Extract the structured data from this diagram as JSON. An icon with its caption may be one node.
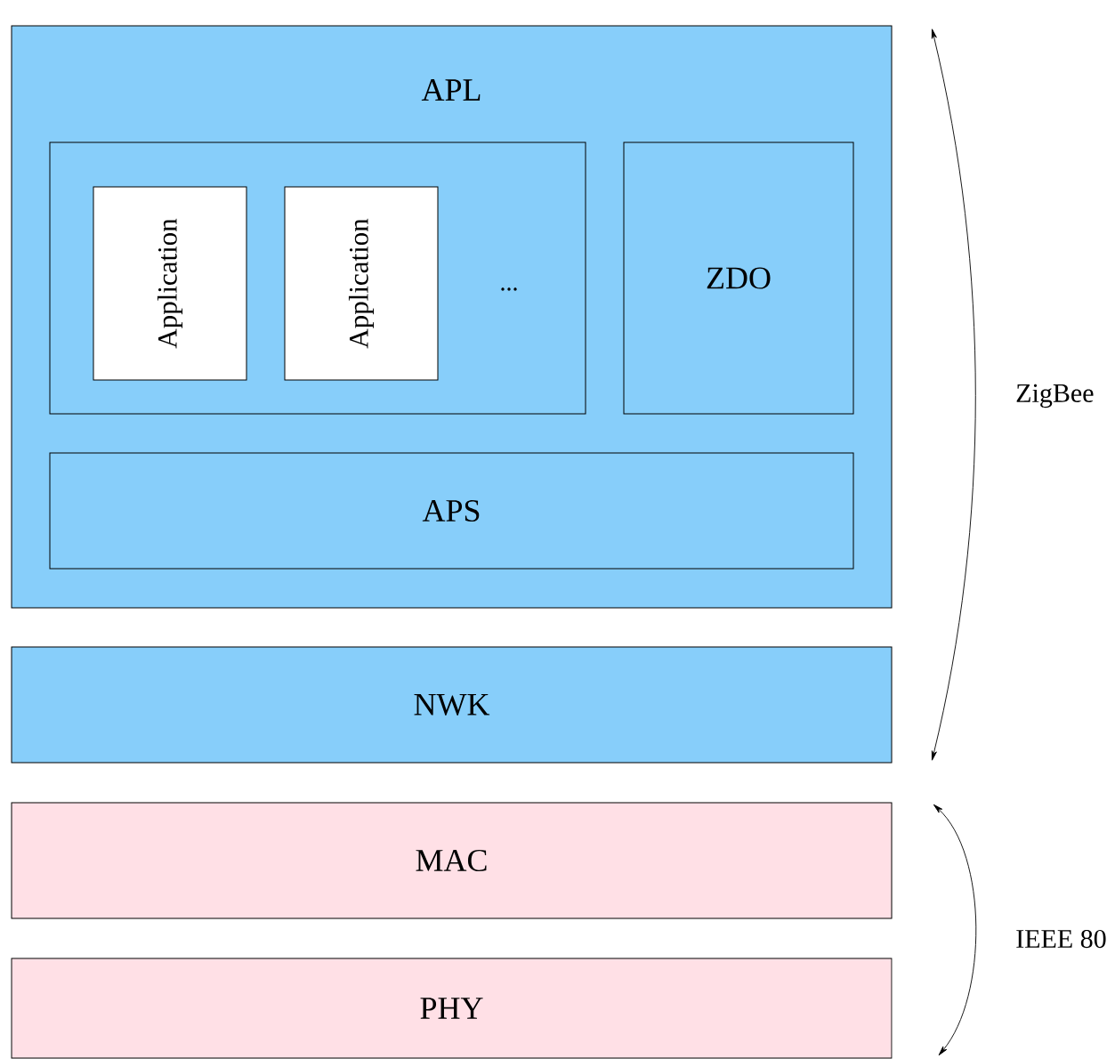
{
  "diagram": {
    "nodes": [
      {
        "text": [
          "APL"
        ]
      },
      {
        "text": [],
        "shape": "box",
        "in": 0
      },
      {
        "text": [
          "Application"
        ],
        "in": 1
      },
      {
        "text": [
          "Application"
        ],
        "in": 1
      },
      {
        "text": [
          "ZDO"
        ],
        "in": 0
      },
      {
        "text": [
          "APS"
        ],
        "in": 0
      },
      {
        "text": [
          "NWK"
        ]
      },
      {
        "text": [
          "MAC"
        ]
      },
      {
        "text": [
          "PHY"
        ]
      }
    ],
    "labels": [
      "...",
      "ZigBee",
      "IEEE 80"
    ]
  }
}
